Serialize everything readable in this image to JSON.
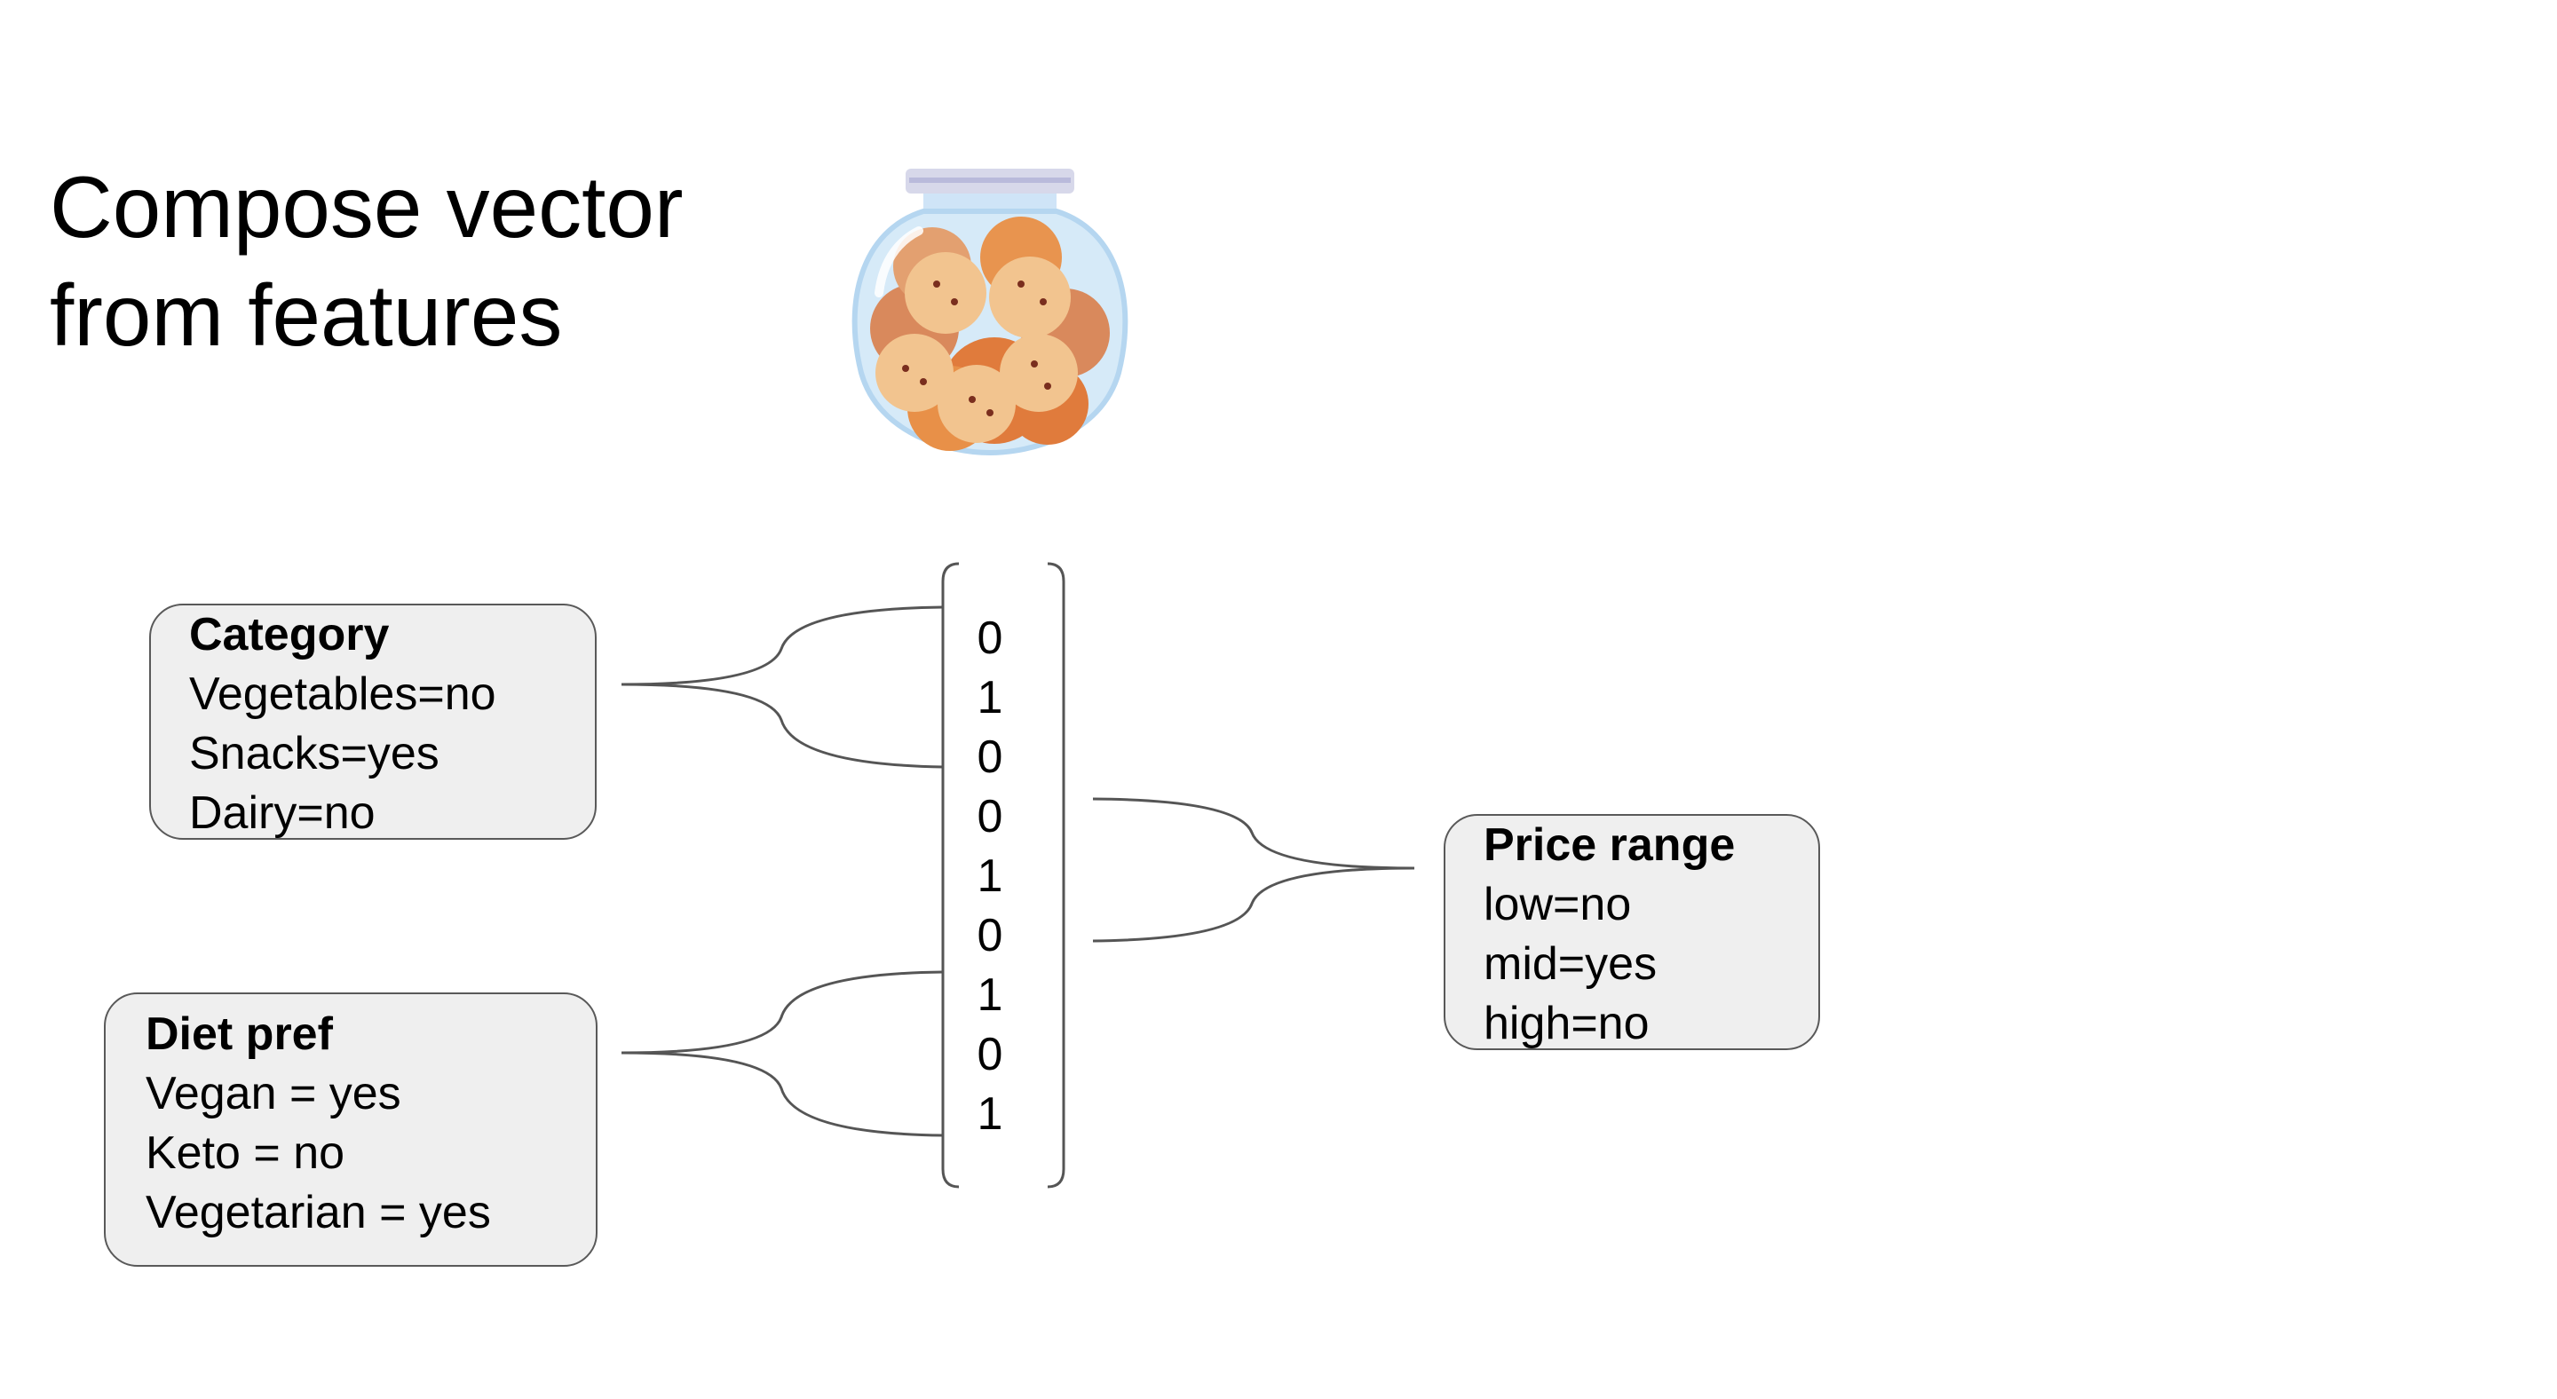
{
  "title": {
    "line1": "Compose vector",
    "line2": "from features"
  },
  "category_box": {
    "heading": "Category",
    "lines": [
      "Vegetables=no",
      "Snacks=yes",
      "Dairy=no"
    ]
  },
  "diet_box": {
    "heading": "Diet pref",
    "lines": [
      "Vegan = yes",
      "Keto = no",
      "Vegetarian = yes"
    ]
  },
  "price_box": {
    "heading": "Price range",
    "lines": [
      "low=no",
      "mid=yes",
      "high=no"
    ]
  },
  "vector": [
    "0",
    "1",
    "0",
    "0",
    "1",
    "0",
    "1",
    "0",
    "1"
  ],
  "icons": {
    "jar": "cookie-jar-icon"
  },
  "colors": {
    "box_fill": "#efefef",
    "box_border": "#595959",
    "line": "#555555"
  }
}
